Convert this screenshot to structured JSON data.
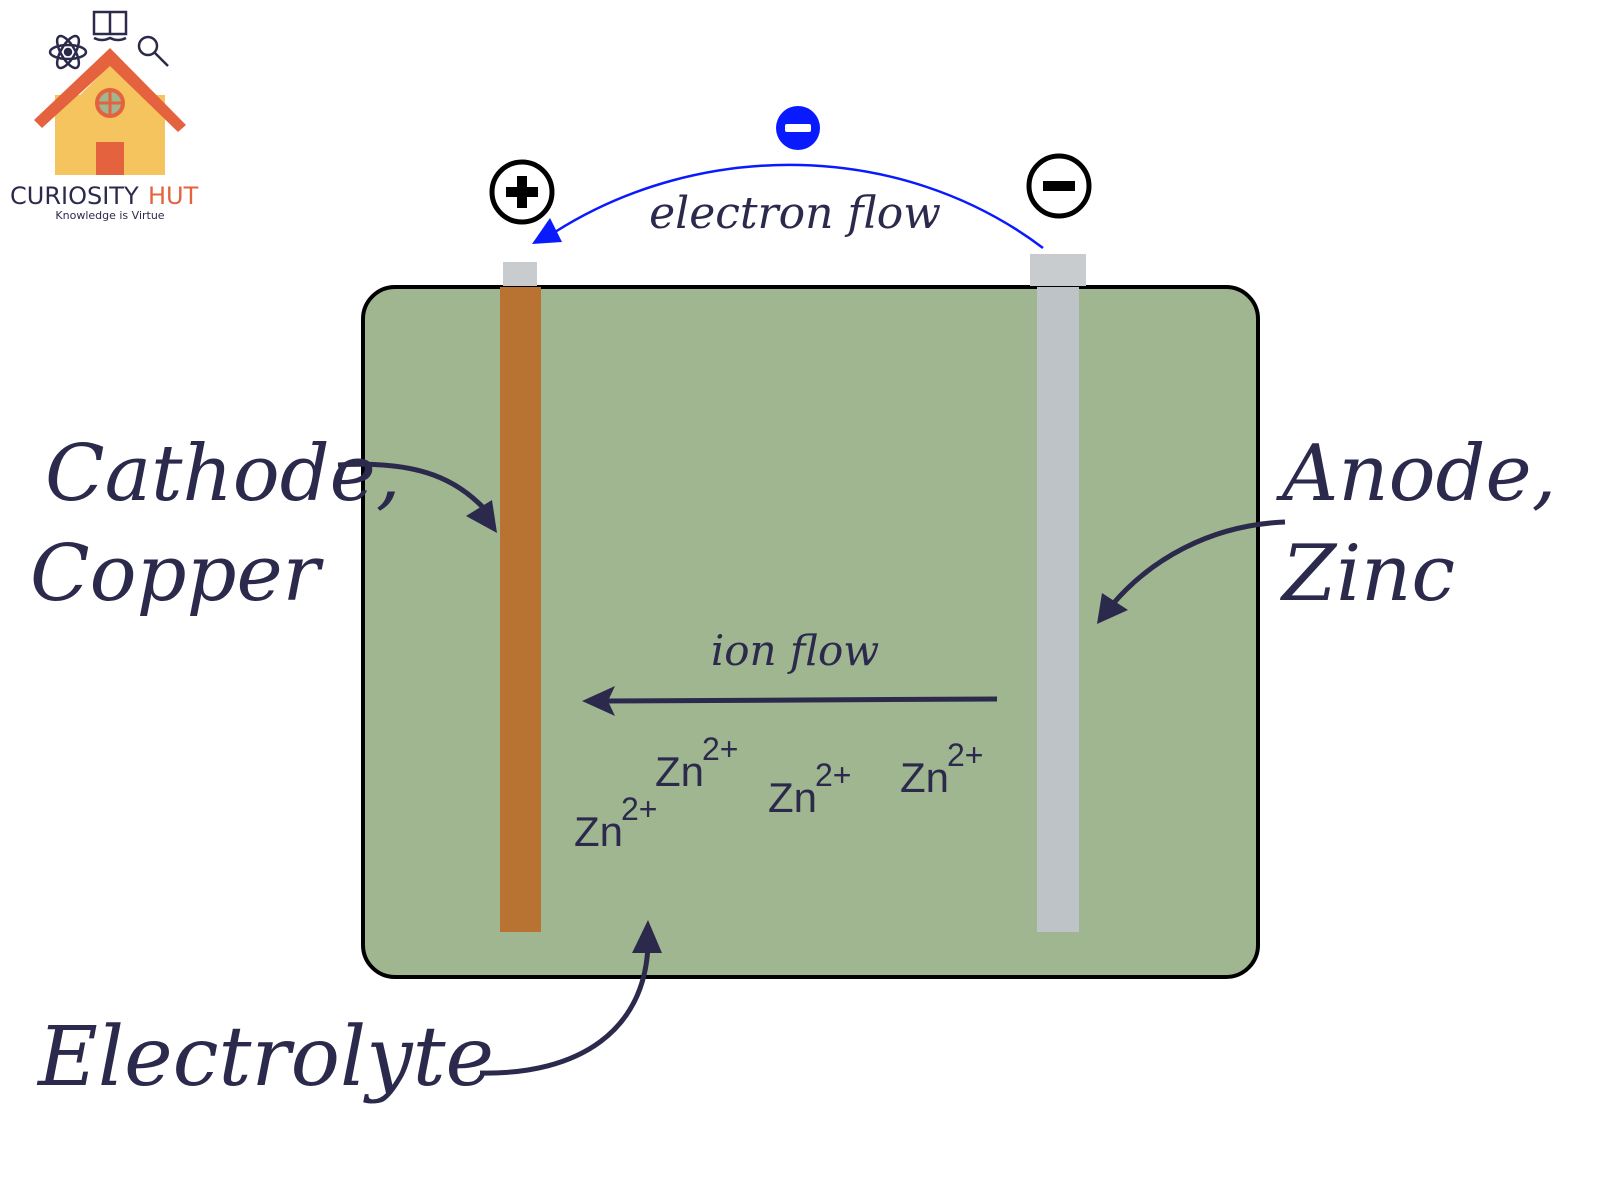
{
  "logo": {
    "brand_main": "CURIOSITY",
    "brand_accent": "HUT",
    "tagline": "Knowledge is Virtue"
  },
  "labels": {
    "electron_flow": "electron flow",
    "ion_flow": "ion flow",
    "cathode_line1": "Cathode,",
    "cathode_line2": "Copper",
    "anode_line1": "Anode,",
    "anode_line2": "Zinc",
    "electrolyte": "Electrolyte"
  },
  "ions": [
    {
      "symbol": "Zn",
      "charge": "2+"
    },
    {
      "symbol": "Zn",
      "charge": "2+"
    },
    {
      "symbol": "Zn",
      "charge": "2+"
    },
    {
      "symbol": "Zn",
      "charge": "2+"
    }
  ],
  "colors": {
    "electrolyte": "#a0b690",
    "copper": "#b87333",
    "zinc": "#bdc3c7",
    "ink": "#2b2a4c",
    "electron": "#0a1aff",
    "accent": "#e5623f"
  }
}
